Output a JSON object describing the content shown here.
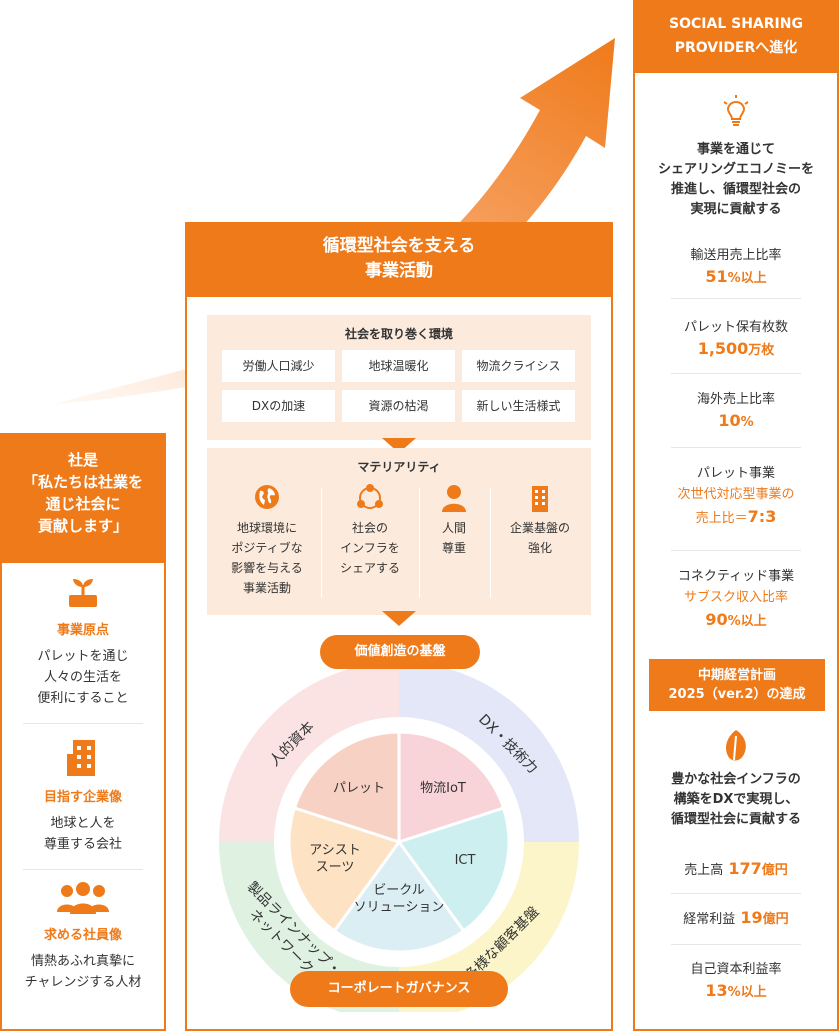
{
  "left": {
    "title": "社是\n「私たちは社業を\n通じ社会に\n貢献します」",
    "blocks": [
      {
        "icon": "sprout-icon",
        "title": "事業原点",
        "text": "パレットを通じ\n人々の生活を\n便利にすること"
      },
      {
        "icon": "building-icon",
        "title": "目指す企業像",
        "text": "地球と人を\n尊重する会社"
      },
      {
        "icon": "people-group-icon",
        "title": "求める社員像",
        "text": "情熱あふれ真摯に\nチャレンジする人材"
      }
    ]
  },
  "center": {
    "title": "循環型社会を支える\n事業活動",
    "environment": {
      "title": "社会を取り巻く環境",
      "items": [
        "労働人口減少",
        "地球温暖化",
        "物流クライシス",
        "DXの加速",
        "資源の枯渇",
        "新しい生活様式"
      ]
    },
    "materiality": {
      "title": "マテリアリティ",
      "items": [
        {
          "icon": "globe-icon",
          "text": "地球環境に\nポジティブな\n影響を与える\n事業活動"
        },
        {
          "icon": "share-network-icon",
          "text": "社会の\nインフラを\nシェアする"
        },
        {
          "icon": "person-icon",
          "text": "人間\n尊重"
        },
        {
          "icon": "office-building-icon",
          "text": "企業基盤の\n強化"
        }
      ]
    },
    "value_base": "価値創造の基盤",
    "outer_ring": [
      "人的資本",
      "DX・技術力",
      "多様な顧客基盤",
      "製品ラインナップ・\nネットワーク"
    ],
    "inner_pie": [
      "パレット",
      "物流IoT",
      "ICT",
      "ビークル\nソリューション",
      "アシスト\nスーツ"
    ],
    "governance": "コーポレートガバナンス"
  },
  "right": {
    "title": "SOCIAL SHARING\nPROVIDERへ進化",
    "icon": "lightbulb-icon",
    "statement": "事業を通じて\nシェアリングエコノミーを\n推進し、循環型社会の\n実現に貢献する",
    "kpis": [
      {
        "label": "輸送用売上比率",
        "value": "51",
        "unit": "%以上"
      },
      {
        "label": "パレット保有枚数",
        "value": "1,500",
        "unit": "万枚"
      },
      {
        "label": "海外売上比率",
        "value": "10",
        "unit": "%"
      },
      {
        "label": "パレット事業",
        "sub": "次世代対応型事業の\n売上比＝",
        "value": "7:3"
      },
      {
        "label": "コネクティッド事業",
        "sub": "サブスク収入比率",
        "value": "90",
        "unit": "%以上"
      }
    ],
    "plan_title": "中期経営計画\n2025（ver.2）の達成",
    "plan_icon": "leaf-icon",
    "plan_statement": "豊かな社会インフラの\n構築をDXで実現し、\n循環型社会に貢献する",
    "plan_kpis": [
      {
        "label": "売上高",
        "value": "177",
        "unit": "億円"
      },
      {
        "label": "経常利益",
        "value": "19",
        "unit": "億円"
      },
      {
        "label": "自己資本利益率",
        "value": "13",
        "unit": "%以上"
      }
    ]
  },
  "colors": {
    "accent": "#ef7a1a",
    "soft": "#fcebdc"
  }
}
